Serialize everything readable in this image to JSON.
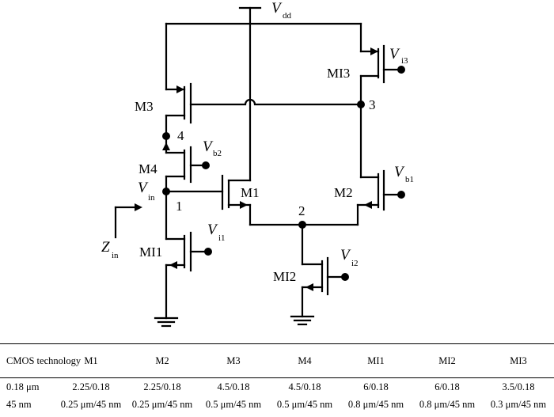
{
  "labels": {
    "vdd": "V",
    "vdd_sub": "dd",
    "mi3": "MI3",
    "vi3": "V",
    "vi3_sub": "i3",
    "m3": "M3",
    "node3": "3",
    "node4": "4",
    "m4": "M4",
    "vb2": "V",
    "vb2_sub": "b2",
    "vin": "V",
    "vin_sub": "in",
    "m1": "M1",
    "m2": "M2",
    "vb1": "V",
    "vb1_sub": "b1",
    "node1": "1",
    "node2": "2",
    "zin": "Z",
    "zin_sub": "in",
    "mi1": "MI1",
    "vi1": "V",
    "vi1_sub": "i1",
    "mi2": "MI2",
    "vi2": "V",
    "vi2_sub": "i2"
  },
  "table": {
    "header": [
      "CMOS technology",
      "M1",
      "M2",
      "M3",
      "M4",
      "MI1",
      "MI2",
      "MI3"
    ],
    "rows": [
      [
        "0.18 μm",
        "2.25/0.18",
        "2.25/0.18",
        "4.5/0.18",
        "4.5/0.18",
        "6/0.18",
        "6/0.18",
        "3.5/0.18"
      ],
      [
        "45 nm",
        "0.25 μm/45 nm",
        "0.25 μm/45 nm",
        "0.5 μm/45 nm",
        "0.5 μm/45 nm",
        "0.8 μm/45 nm",
        "0.8 μm/45 nm",
        "0.3 μm/45 nm"
      ]
    ]
  }
}
